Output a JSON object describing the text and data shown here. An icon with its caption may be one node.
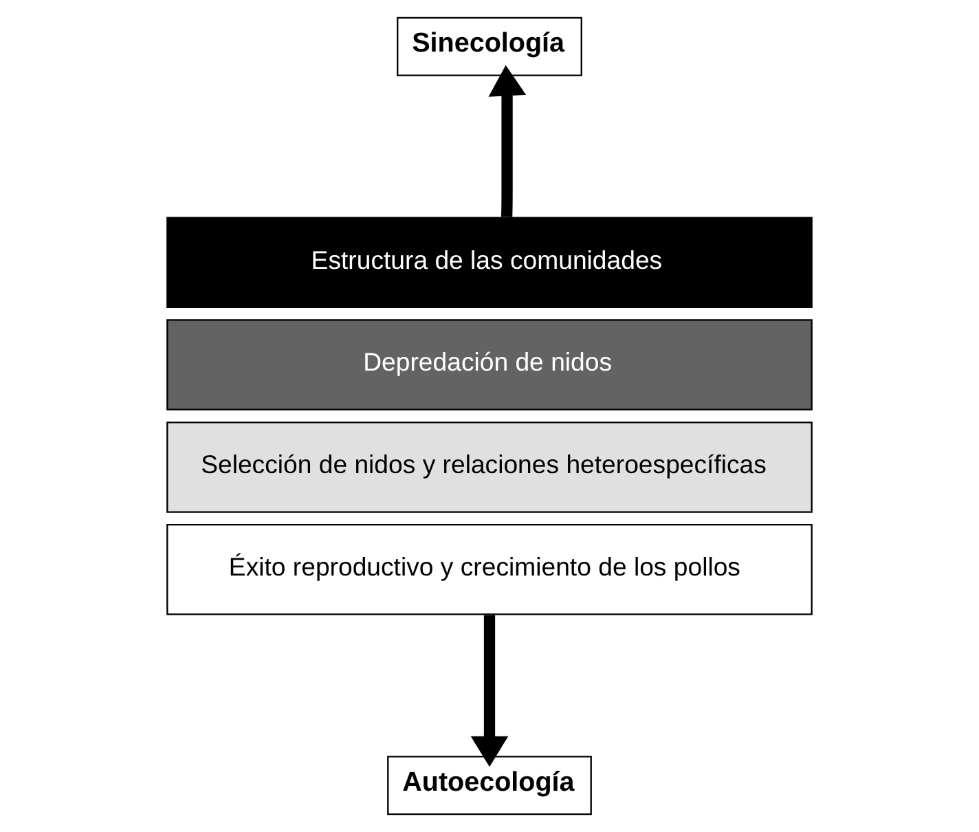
{
  "diagram": {
    "nodes": [
      {
        "text": [
          "Sinecología"
        ]
      },
      {
        "text": [
          "Estructura de las comunidades"
        ]
      },
      {
        "text": [
          "Depredación de nidos"
        ]
      },
      {
        "text": [
          "Selección de nidos y relaciones heteroespecíficas"
        ]
      },
      {
        "text": [
          "Éxito reproductivo y crecimiento de los pollos"
        ]
      },
      {
        "text": [
          "Autoecología"
        ]
      }
    ],
    "edges": [
      {
        "from": 1,
        "to": 0,
        "arrow": "to"
      },
      {
        "from": 4,
        "to": 5,
        "arrow": "to"
      }
    ]
  }
}
